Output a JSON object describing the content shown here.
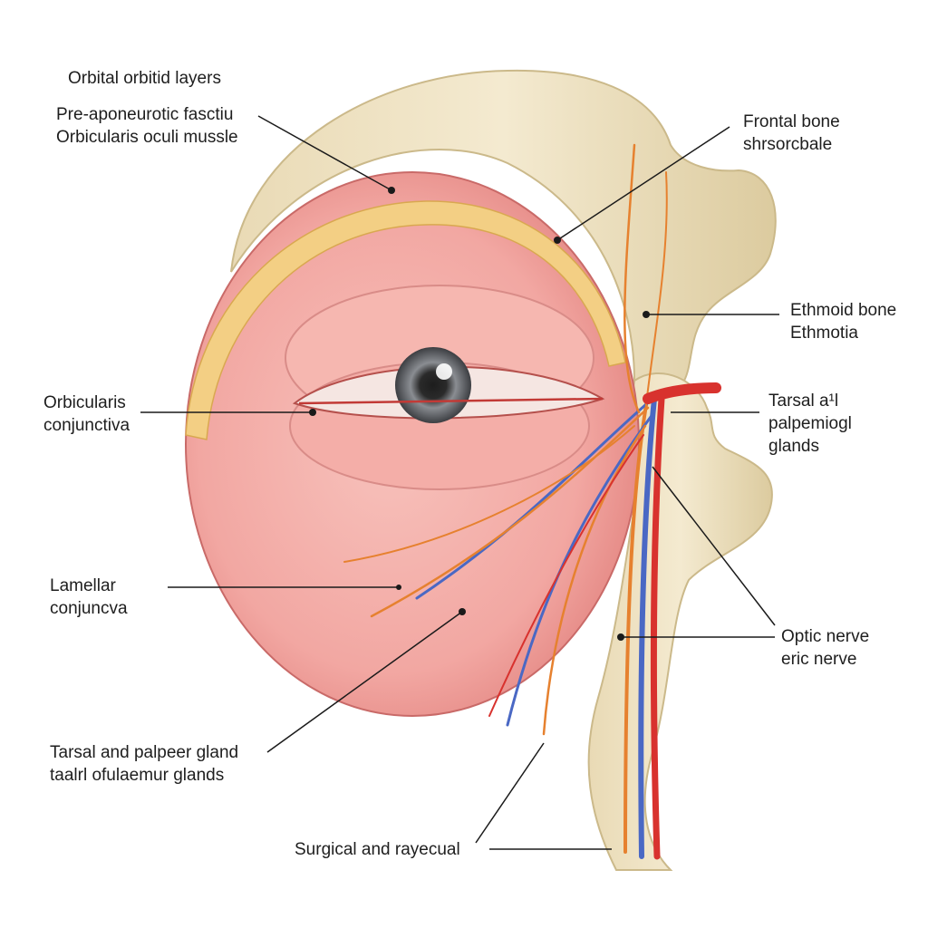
{
  "labels": {
    "orbital_layers": {
      "lines": [
        "Orbital orbitid layers"
      ]
    },
    "pre_aponeurotic": {
      "lines": [
        "Pre-aponeurotic fasctiu",
        "Orbicularis oculi mussle"
      ]
    },
    "frontal_bone": {
      "lines": [
        "Frontal bone",
        "shrsorcbale"
      ]
    },
    "ethmoid_bone": {
      "lines": [
        "Ethmoid bone",
        "Ethmotia"
      ]
    },
    "orbicularis": {
      "lines": [
        "Orbicularis",
        "conjunctiva"
      ]
    },
    "tarsal_right": {
      "lines": [
        "Tarsal a¹l",
        "palpemiogl",
        "glands"
      ]
    },
    "lamellar": {
      "lines": [
        "Lamellar",
        "conjuncva"
      ]
    },
    "optic_nerve": {
      "lines": [
        "Optic nerve",
        "eric nerve"
      ]
    },
    "tarsal_bottom": {
      "lines": [
        "Tarsal and palpeer gland",
        "taalrl ofulaemur glands"
      ]
    },
    "surgical": {
      "lines": [
        "Surgical  and rayecual"
      ]
    }
  },
  "colors": {
    "bone": "#efe3c4",
    "bone_shadow": "#d8c89c",
    "skin": "#f2a7a2",
    "skin_dark": "#e2837f",
    "fat": "#f3cf84",
    "artery": "#d8322e",
    "vein": "#4a68c4",
    "nerve": "#e6812f",
    "leader": "#1a1a1a"
  }
}
